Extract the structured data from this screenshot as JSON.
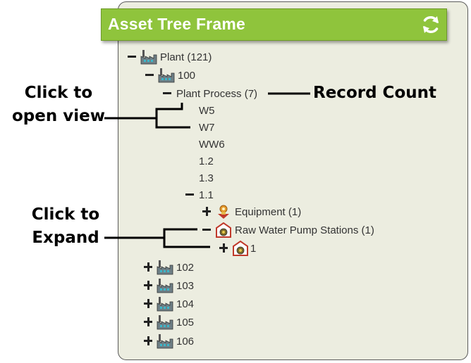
{
  "panel": {
    "title": "Asset Tree Frame",
    "refresh_icon": "refresh-icon",
    "colors": {
      "title_bg": "#8fc43c",
      "panel_bg": "#ecede0",
      "title_text": "#ffffff"
    }
  },
  "tree": {
    "plant": "Plant (121)",
    "n100": "100",
    "plant_process": "Plant Process (7)",
    "w5": "W5",
    "w7": "W7",
    "ww6": "WW6",
    "n1_2": "1.2",
    "n1_3": "1.3",
    "n1_1": "1.1",
    "equipment": "Equipment (1)",
    "raw_water": "Raw Water Pump Stations (1)",
    "station_1": "1",
    "n102": "102",
    "n103": "103",
    "n104": "104",
    "n105": "105",
    "n106": "106"
  },
  "annotations": {
    "click_open_1": "Click to",
    "click_open_2": "open view",
    "record_count": "Record Count",
    "click_expand_1": "Click to",
    "click_expand_2": "Expand"
  }
}
